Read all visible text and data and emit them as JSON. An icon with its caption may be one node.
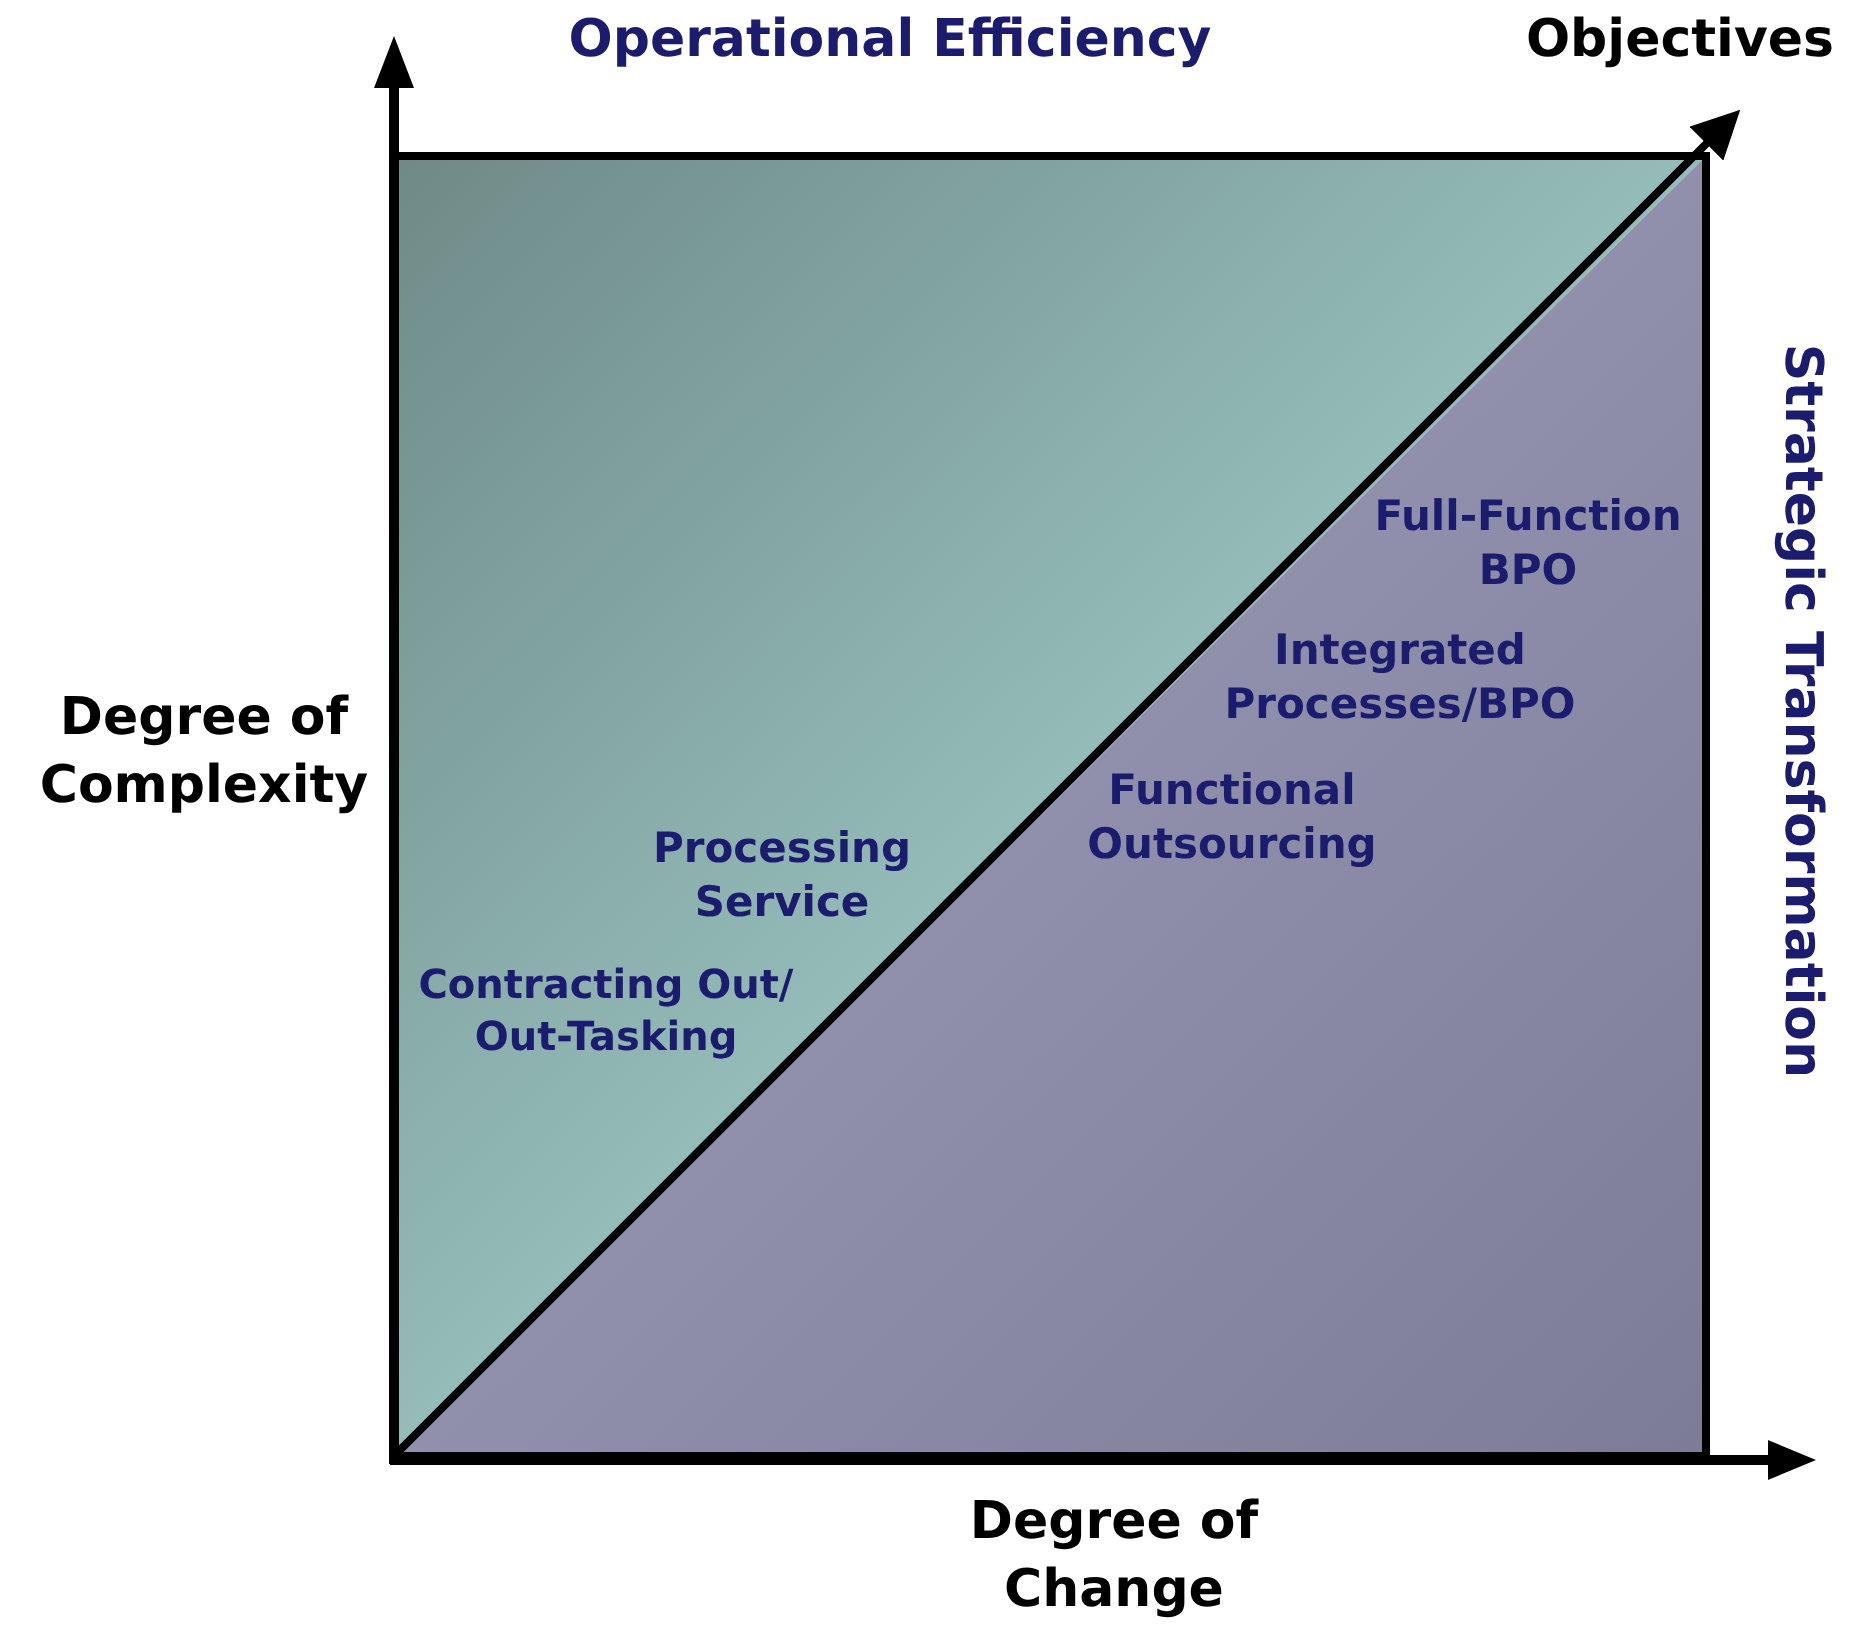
{
  "diagram": {
    "labels": [
      "Operational Efficiency",
      "Objectives",
      "Strategic Transformation",
      "Full-Function BPO",
      "Integrated Processes/BPO",
      "Degree of Complexity",
      "Functional Outsourcing",
      "Processing Service",
      "Contracting Out/ Out-Tasking",
      "Degree of Change"
    ]
  }
}
